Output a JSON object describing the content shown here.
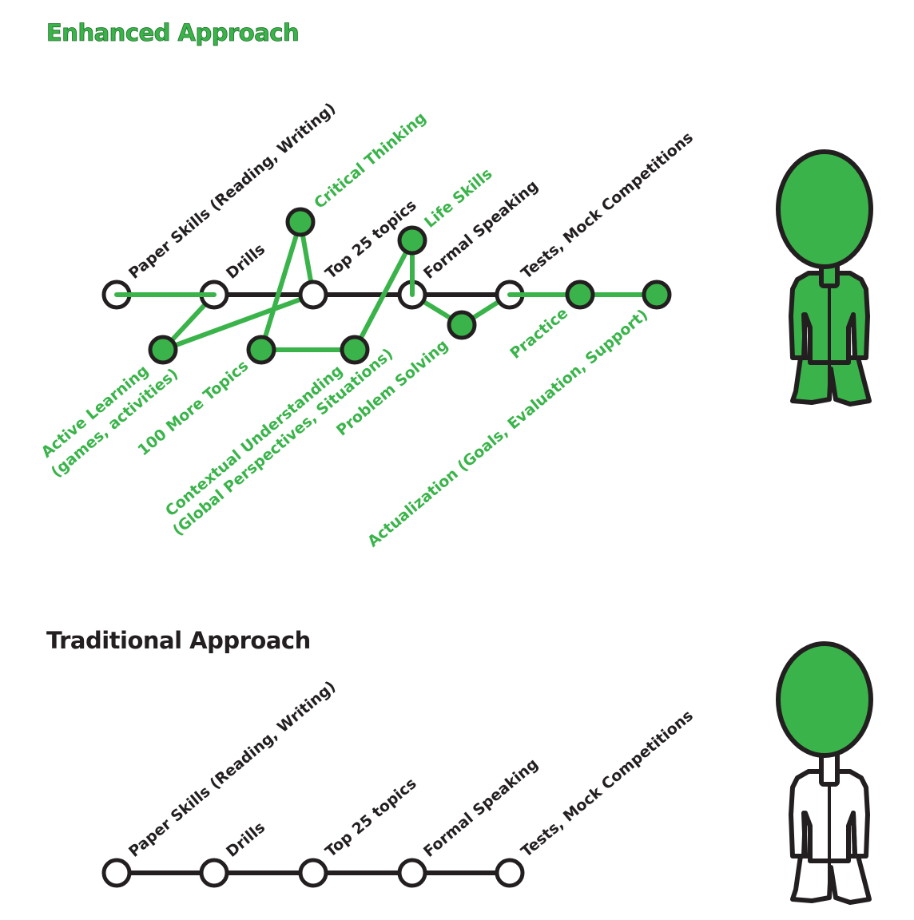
{
  "colors": {
    "green": "#3ab44a",
    "dark": "#231f20",
    "white": "#ffffff"
  },
  "enhanced": {
    "title": "Enhanced Approach",
    "core_labels": [
      "Paper Skills (Reading, Writing)",
      "Drills",
      "Top 25 topics",
      "Formal Speaking",
      "Tests, Mock Competitions"
    ],
    "above_labels": [
      "Critical Thinking",
      "Life Skills"
    ],
    "below_labels": {
      "active_learning": [
        "Active Learning",
        "(games, activities)"
      ],
      "more_topics": [
        "100 More Topics"
      ],
      "contextual": [
        "Contextual Understanding",
        "(Global Perspectives, Situations)"
      ],
      "problem_solving": [
        "Problem Solving"
      ],
      "practice": [
        "Practice"
      ],
      "actualization": [
        "Actualization (Goals, Evaluation, Support)"
      ]
    },
    "figure": "person-icon-green-body"
  },
  "traditional": {
    "title": "Traditional Approach",
    "core_labels": [
      "Paper Skills (Reading, Writing)",
      "Drills",
      "Top 25 topics",
      "Formal Speaking",
      "Tests, Mock Competitions"
    ],
    "figure": "person-icon-white-body"
  }
}
